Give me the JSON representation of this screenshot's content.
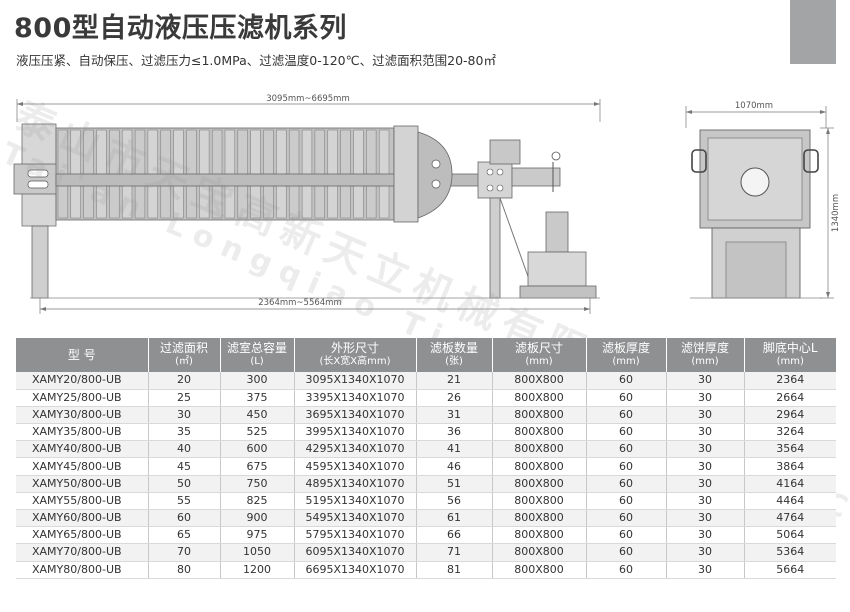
{
  "header": {
    "title": "800型自动液压压滤机系列",
    "subtitle": "液压压紧、自动保压、过滤压力≤1.0MPa、过滤温度0-120℃、过滤面积范围20-80㎡"
  },
  "drawing": {
    "total_length_label": "3095mm~6695mm",
    "frame_length_label": "2364mm~5564mm",
    "width_label": "1070mm",
    "height_label": "1340mm"
  },
  "watermark": {
    "cn": "泰山市天宝高新天立机械有限公司",
    "en": "Tai'an Longqiao Tianli Machinery Co.,Ltd"
  },
  "colors": {
    "header_bg": "#8f9092",
    "corner_block": "#a3a4a6",
    "row_alt": "#f2f2f2"
  },
  "table": {
    "headers": [
      {
        "label": "型  号",
        "unit": ""
      },
      {
        "label": "过滤面积",
        "unit": "(㎡)"
      },
      {
        "label": "滤室总容量",
        "unit": "(L)"
      },
      {
        "label": "外形尺寸",
        "unit": "(长X宽X高mm)"
      },
      {
        "label": "滤板数量",
        "unit": "(张)"
      },
      {
        "label": "滤板尺寸",
        "unit": "(mm)"
      },
      {
        "label": "滤板厚度",
        "unit": "(mm)"
      },
      {
        "label": "滤饼厚度",
        "unit": "(mm)"
      },
      {
        "label": "脚底中心L",
        "unit": "(mm)"
      }
    ],
    "rows": [
      [
        "XAMY20/800-UB",
        "20",
        "300",
        "3095X1340X1070",
        "21",
        "800X800",
        "60",
        "30",
        "2364"
      ],
      [
        "XAMY25/800-UB",
        "25",
        "375",
        "3395X1340X1070",
        "26",
        "800X800",
        "60",
        "30",
        "2664"
      ],
      [
        "XAMY30/800-UB",
        "30",
        "450",
        "3695X1340X1070",
        "31",
        "800X800",
        "60",
        "30",
        "2964"
      ],
      [
        "XAMY35/800-UB",
        "35",
        "525",
        "3995X1340X1070",
        "36",
        "800X800",
        "60",
        "30",
        "3264"
      ],
      [
        "XAMY40/800-UB",
        "40",
        "600",
        "4295X1340X1070",
        "41",
        "800X800",
        "60",
        "30",
        "3564"
      ],
      [
        "XAMY45/800-UB",
        "45",
        "675",
        "4595X1340X1070",
        "46",
        "800X800",
        "60",
        "30",
        "3864"
      ],
      [
        "XAMY50/800-UB",
        "50",
        "750",
        "4895X1340X1070",
        "51",
        "800X800",
        "60",
        "30",
        "4164"
      ],
      [
        "XAMY55/800-UB",
        "55",
        "825",
        "5195X1340X1070",
        "56",
        "800X800",
        "60",
        "30",
        "4464"
      ],
      [
        "XAMY60/800-UB",
        "60",
        "900",
        "5495X1340X1070",
        "61",
        "800X800",
        "60",
        "30",
        "4764"
      ],
      [
        "XAMY65/800-UB",
        "65",
        "975",
        "5795X1340X1070",
        "66",
        "800X800",
        "60",
        "30",
        "5064"
      ],
      [
        "XAMY70/800-UB",
        "70",
        "1050",
        "6095X1340X1070",
        "71",
        "800X800",
        "60",
        "30",
        "5364"
      ],
      [
        "XAMY80/800-UB",
        "80",
        "1200",
        "6695X1340X1070",
        "81",
        "800X800",
        "60",
        "30",
        "5664"
      ]
    ]
  }
}
